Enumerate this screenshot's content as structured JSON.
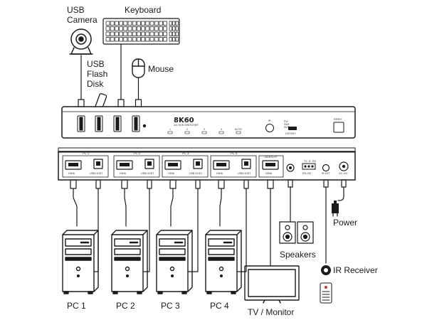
{
  "labels": {
    "usb_camera_1": "USB",
    "usb_camera_2": "Camera",
    "keyboard": "Keyboard",
    "usb_flash_1": "USB",
    "usb_flash_2": "Flash",
    "usb_flash_3": "Disk",
    "mouse": "Mouse",
    "power": "Power",
    "speakers": "Speakers",
    "ir_receiver": "IR Receiver",
    "tv_monitor": "TV / Monitor"
  },
  "front_panel": {
    "brand": "8K60",
    "subtitle": "4x1 KVM SWITCHER",
    "port_labels": [
      "1",
      "2",
      "3",
      "4"
    ],
    "auto_label": "AUTO",
    "ir_label": "IR",
    "hotkey_label": "HOTKEY",
    "reset_label": "RESET",
    "mode_labels": [
      "FW",
      "SW1",
      "SW2"
    ]
  },
  "rear_panel": {
    "pc_groups": [
      "PC 1",
      "PC 2",
      "PC 3",
      "PC 4"
    ],
    "hdmi_label": "HDMI",
    "usb_host_label": "USB HOST",
    "display_label": "DISPLAY",
    "hdmi_out_label": "HDMI",
    "rs232_label": "RS-232",
    "rs232_pins": [
      "TX",
      "R",
      "RX"
    ],
    "ir_ext_label": "IR EXT",
    "dc_label": "DC 12V"
  },
  "computers": [
    "PC 1",
    "PC 2",
    "PC 3",
    "PC 4"
  ],
  "colors": {
    "line": "#1a1a1a",
    "panel_fill": "#ffffff",
    "background": "#ffffff"
  }
}
